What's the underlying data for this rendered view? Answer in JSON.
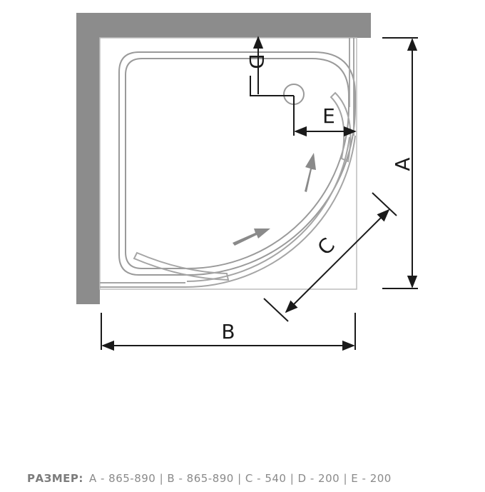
{
  "dimension_labels": {
    "a": "A",
    "b": "B",
    "c": "C",
    "d": "D",
    "e": "E"
  },
  "caption": {
    "lead": "РАЗМЕР:",
    "text": "A - 865-890 | B - 865-890 | C - 540 | D - 200 | E - 200"
  }
}
